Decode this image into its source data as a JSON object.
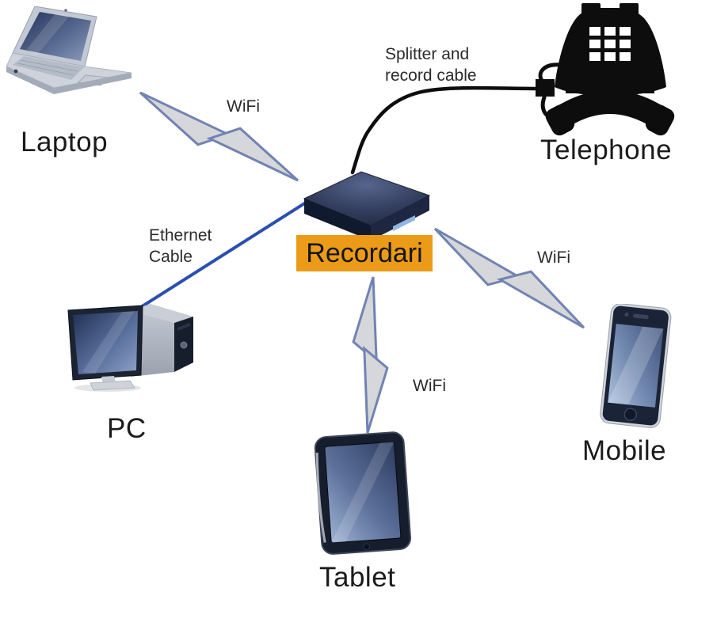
{
  "diagram": {
    "hub": {
      "label": "Recordari",
      "icon": "recorder-box"
    },
    "nodes": {
      "laptop": {
        "label": "Laptop",
        "icon": "laptop"
      },
      "telephone": {
        "label": "Telephone",
        "icon": "telephone"
      },
      "pc": {
        "label": "PC",
        "icon": "desktop-pc"
      },
      "tablet": {
        "label": "Tablet",
        "icon": "tablet"
      },
      "mobile": {
        "label": "Mobile",
        "icon": "smartphone"
      }
    },
    "connections": {
      "laptop": {
        "type": "wifi",
        "label": "WiFi"
      },
      "telephone": {
        "type": "splitter-cable",
        "label": "Splitter and record cable"
      },
      "pc": {
        "type": "ethernet",
        "label": "Ethernet Cable"
      },
      "tablet": {
        "type": "wifi",
        "label": "WiFi"
      },
      "mobile": {
        "type": "wifi",
        "label": "WiFi"
      }
    },
    "colors": {
      "background": "#ffffff",
      "label-text": "#1b1b1b",
      "hub-label-bg": "#eb9b17",
      "bolt-fill": "#d6d7da",
      "bolt-stroke": "#7183b3",
      "ethernet-line": "#2a4fb0",
      "phone-cable": "#0d0d0d"
    }
  }
}
